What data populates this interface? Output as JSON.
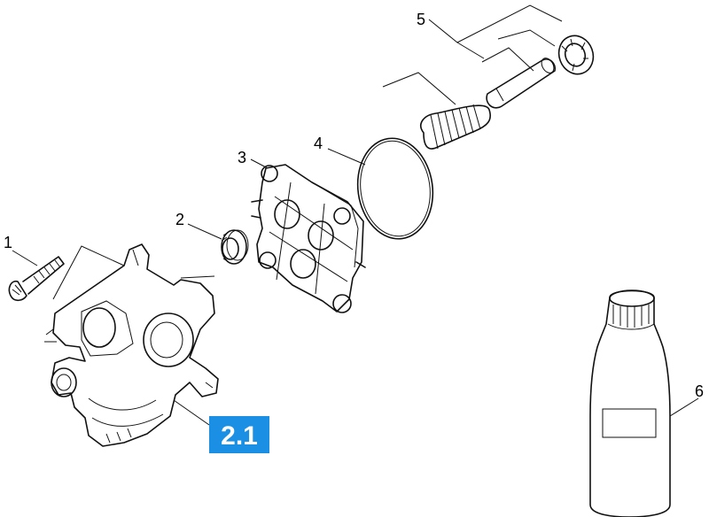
{
  "callouts": {
    "c1": "1",
    "c2": "2",
    "c3": "3",
    "c4": "4",
    "c5": "5",
    "c6": "6"
  },
  "section_badge": {
    "label": "2.1",
    "color": "#1a8fe3"
  }
}
